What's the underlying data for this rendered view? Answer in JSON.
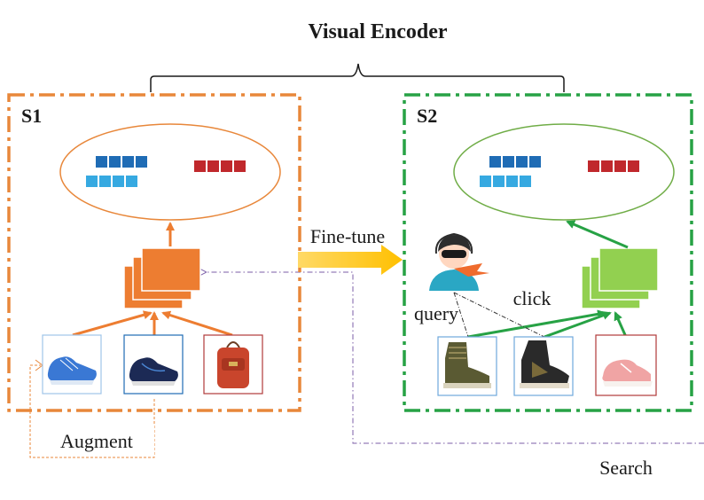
{
  "title": "Visual Encoder",
  "stage1": {
    "label": "S1",
    "augment_label": "Augment"
  },
  "stage2": {
    "label": "S2",
    "query_label": "query",
    "click_label": "click"
  },
  "arrow_label": "Fine-tune",
  "search_label": "Search",
  "colors": {
    "stage1_frame": "#e8873a",
    "stage2_frame": "#27a245",
    "encoder_orange": "#ed7d31",
    "encoder_green": "#92d050",
    "token_dark_blue": "#1f6cb5",
    "token_light_blue": "#36a9e1",
    "token_red": "#c0282c",
    "fine_tune_arrow": "#ffc000",
    "search_line": "#7b5ea7"
  },
  "icons": {
    "stage1_items": [
      "blue-running-shoe-icon",
      "navy-running-shoe-icon",
      "red-backpack-icon"
    ],
    "stage2_items": [
      "olive-high-top-sneaker-icon",
      "black-high-top-sneaker-icon",
      "pink-sneaker-icon"
    ],
    "user": "user-with-headset-icon"
  }
}
